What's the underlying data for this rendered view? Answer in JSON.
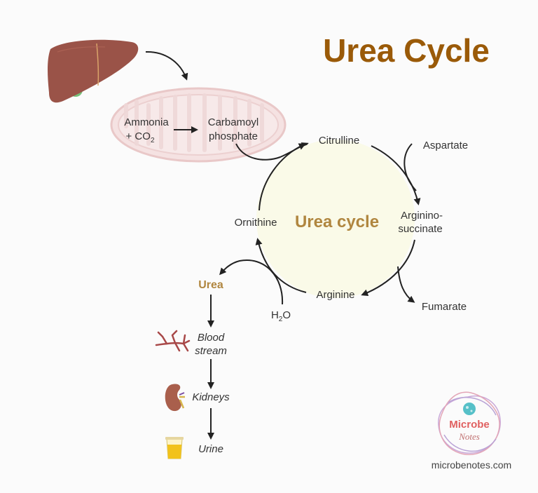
{
  "title": "Urea Cycle",
  "center_label": "Urea cycle",
  "mitochondrion": {
    "ammonia_line1": "Ammonia",
    "ammonia_line2": "+ CO",
    "ammonia_sub": "2",
    "carbamoyl_line1": "Carbamoyl",
    "carbamoyl_line2": "phosphate"
  },
  "cycle_nodes": {
    "citrulline": "Citrulline",
    "aspartate": "Aspartate",
    "argininosuccinate_line1": "Arginino-",
    "argininosuccinate_line2": "succinate",
    "fumarate": "Fumarate",
    "arginine": "Arginine",
    "water": "H",
    "water_sub": "2",
    "water_tail": "O",
    "ornithine": "Ornithine"
  },
  "excretion": {
    "urea": "Urea",
    "blood_line1": "Blood",
    "blood_line2": "stream",
    "kidneys": "Kidneys",
    "urine": "Urine"
  },
  "logo": {
    "line1": "Microbe",
    "line2": "Notes",
    "website": "microbenotes.com"
  },
  "colors": {
    "title": "#9a5a08",
    "cycle_label": "#b0863f",
    "cycle_fill": "#fafae8",
    "mitochondrion": "#f5e2e2",
    "liver": "#9a5348",
    "gallbladder": "#77c07a"
  },
  "icons": [
    "liver-icon",
    "mitochondrion-icon",
    "blood-vessel-icon",
    "kidney-icon",
    "urine-cup-icon",
    "microbe-notes-logo"
  ]
}
